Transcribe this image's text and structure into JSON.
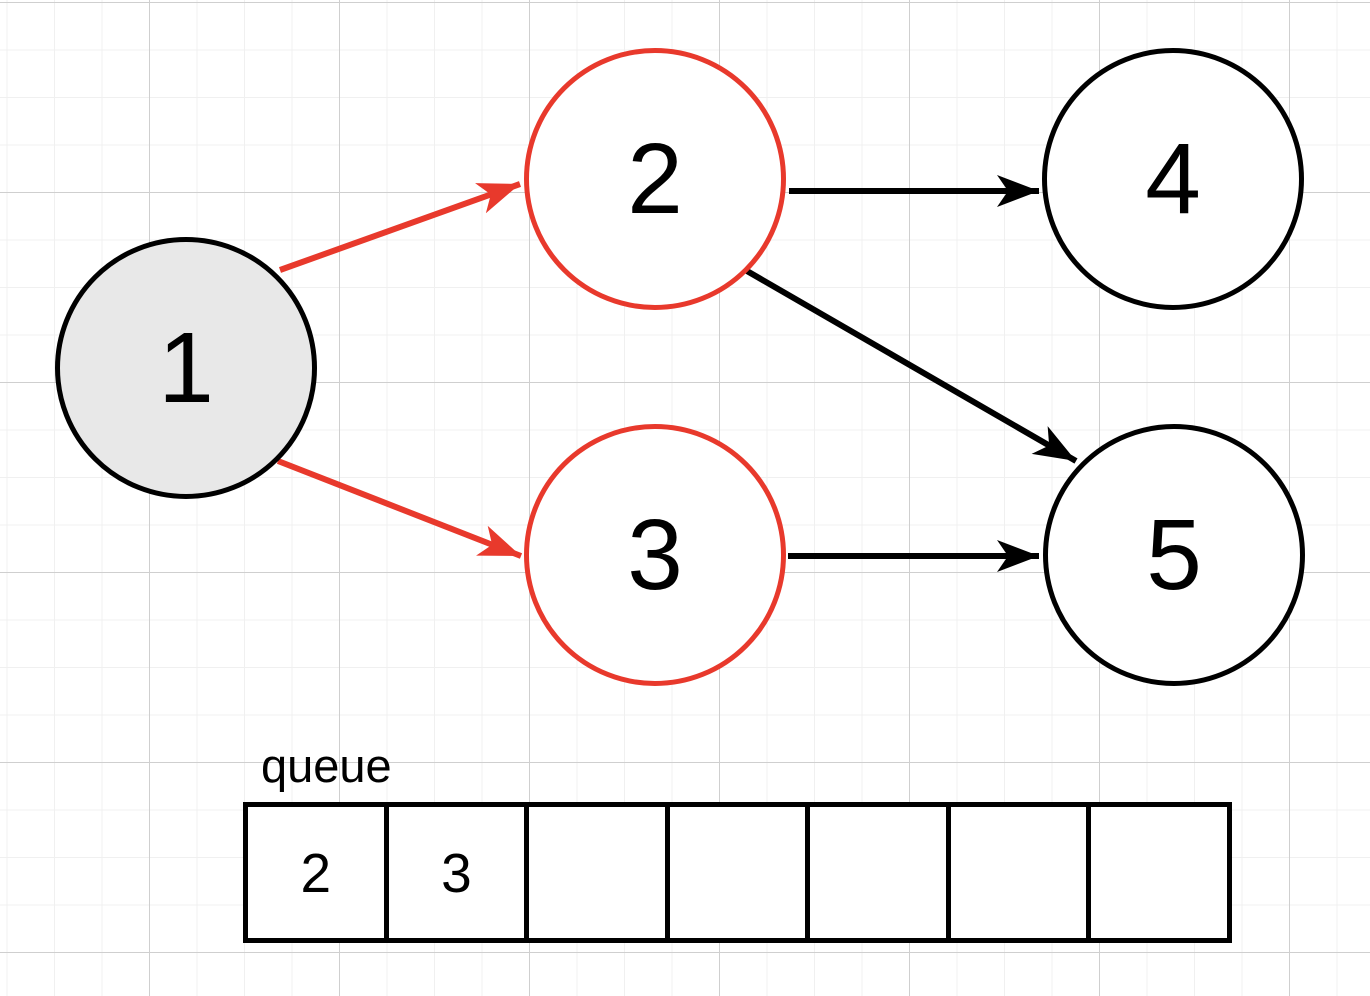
{
  "diagram": {
    "type": "bfs-graph-traversal",
    "nodes": [
      {
        "label": "1",
        "state": "visited"
      },
      {
        "label": "2",
        "state": "frontier"
      },
      {
        "label": "3",
        "state": "frontier"
      },
      {
        "label": "4",
        "state": "unvisited"
      },
      {
        "label": "5",
        "state": "unvisited"
      }
    ],
    "edges": [
      {
        "from": "1",
        "to": "2",
        "color": "highlight"
      },
      {
        "from": "1",
        "to": "3",
        "color": "highlight"
      },
      {
        "from": "2",
        "to": "4",
        "color": "default"
      },
      {
        "from": "2",
        "to": "5",
        "color": "default"
      },
      {
        "from": "3",
        "to": "5",
        "color": "default"
      }
    ],
    "colors": {
      "highlight": "#e8392c",
      "default": "#000000",
      "visited_fill": "#e8e8e8",
      "node_fill": "#ffffff"
    }
  },
  "queue": {
    "label": "queue",
    "cells": [
      "2",
      "3",
      "",
      "",
      "",
      "",
      ""
    ]
  }
}
